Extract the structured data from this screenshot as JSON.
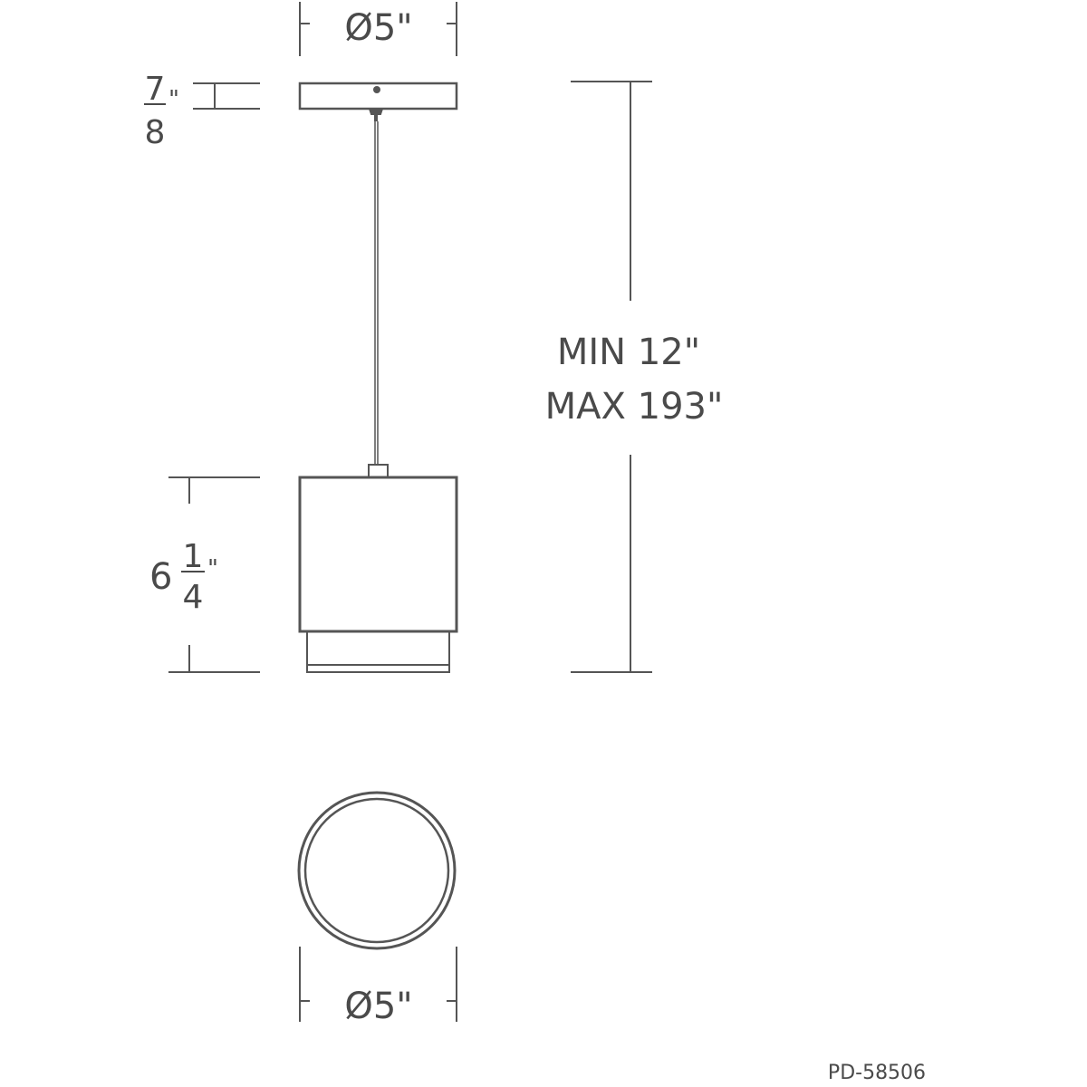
{
  "diagram": {
    "type": "pendant-light-dimension-drawing",
    "line_color": "#555555",
    "text_color": "#4a4a4a",
    "canopy": {
      "diameter_label": "Ø5\"",
      "height_whole": "",
      "height_num": "7",
      "height_den": "8",
      "height_unit": "\""
    },
    "suspension": {
      "min_label": "MIN 12\"",
      "max_label": "MAX 193\""
    },
    "shade": {
      "height_whole": "6",
      "height_num": "1",
      "height_den": "4",
      "height_unit": "\""
    },
    "bottom_view": {
      "diameter_label": "Ø5\""
    },
    "part_number": "PD-58506"
  }
}
